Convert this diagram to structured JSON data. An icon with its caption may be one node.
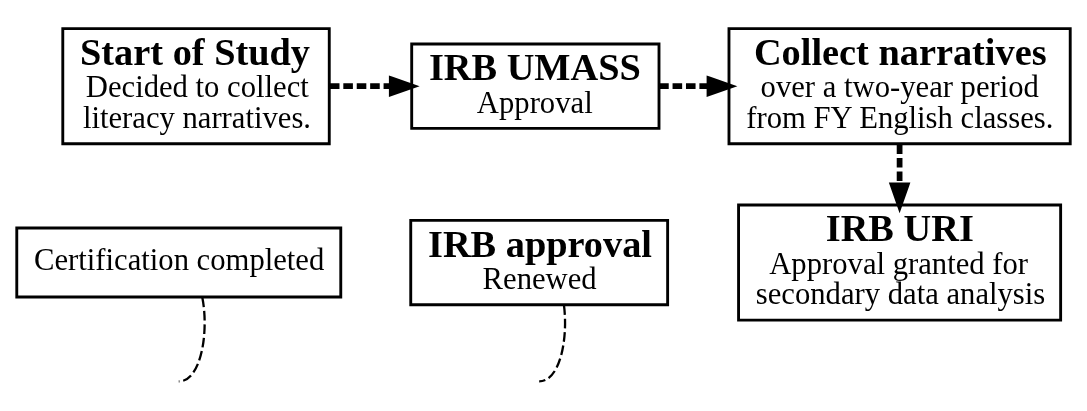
{
  "diagram": {
    "nodes": [
      {
        "text": [
          "Start of Study",
          "Decided to collect literacy narratives."
        ]
      },
      {
        "text": [
          "IRB UMASS",
          "Approval"
        ]
      },
      {
        "text": [
          "Collect narratives",
          "over a two-year period from FY English classes."
        ]
      },
      {
        "text": [
          "Certification completed"
        ]
      },
      {
        "text": [
          "IRB approval",
          "Renewed"
        ]
      },
      {
        "text": [
          "IRB URI",
          "Approval granted for secondary data analysis"
        ]
      }
    ],
    "edges": [
      {
        "from": 0,
        "to": 1,
        "arrow": "to",
        "style": "dashed"
      },
      {
        "from": 1,
        "to": 2,
        "arrow": "to",
        "style": "dashed"
      },
      {
        "from": 2,
        "to": 5,
        "arrow": "to",
        "style": "dashed"
      },
      {
        "from": 3,
        "to": null,
        "arrow": "none",
        "style": "dashed"
      },
      {
        "from": 4,
        "to": null,
        "arrow": "none",
        "style": "dashed"
      }
    ]
  }
}
